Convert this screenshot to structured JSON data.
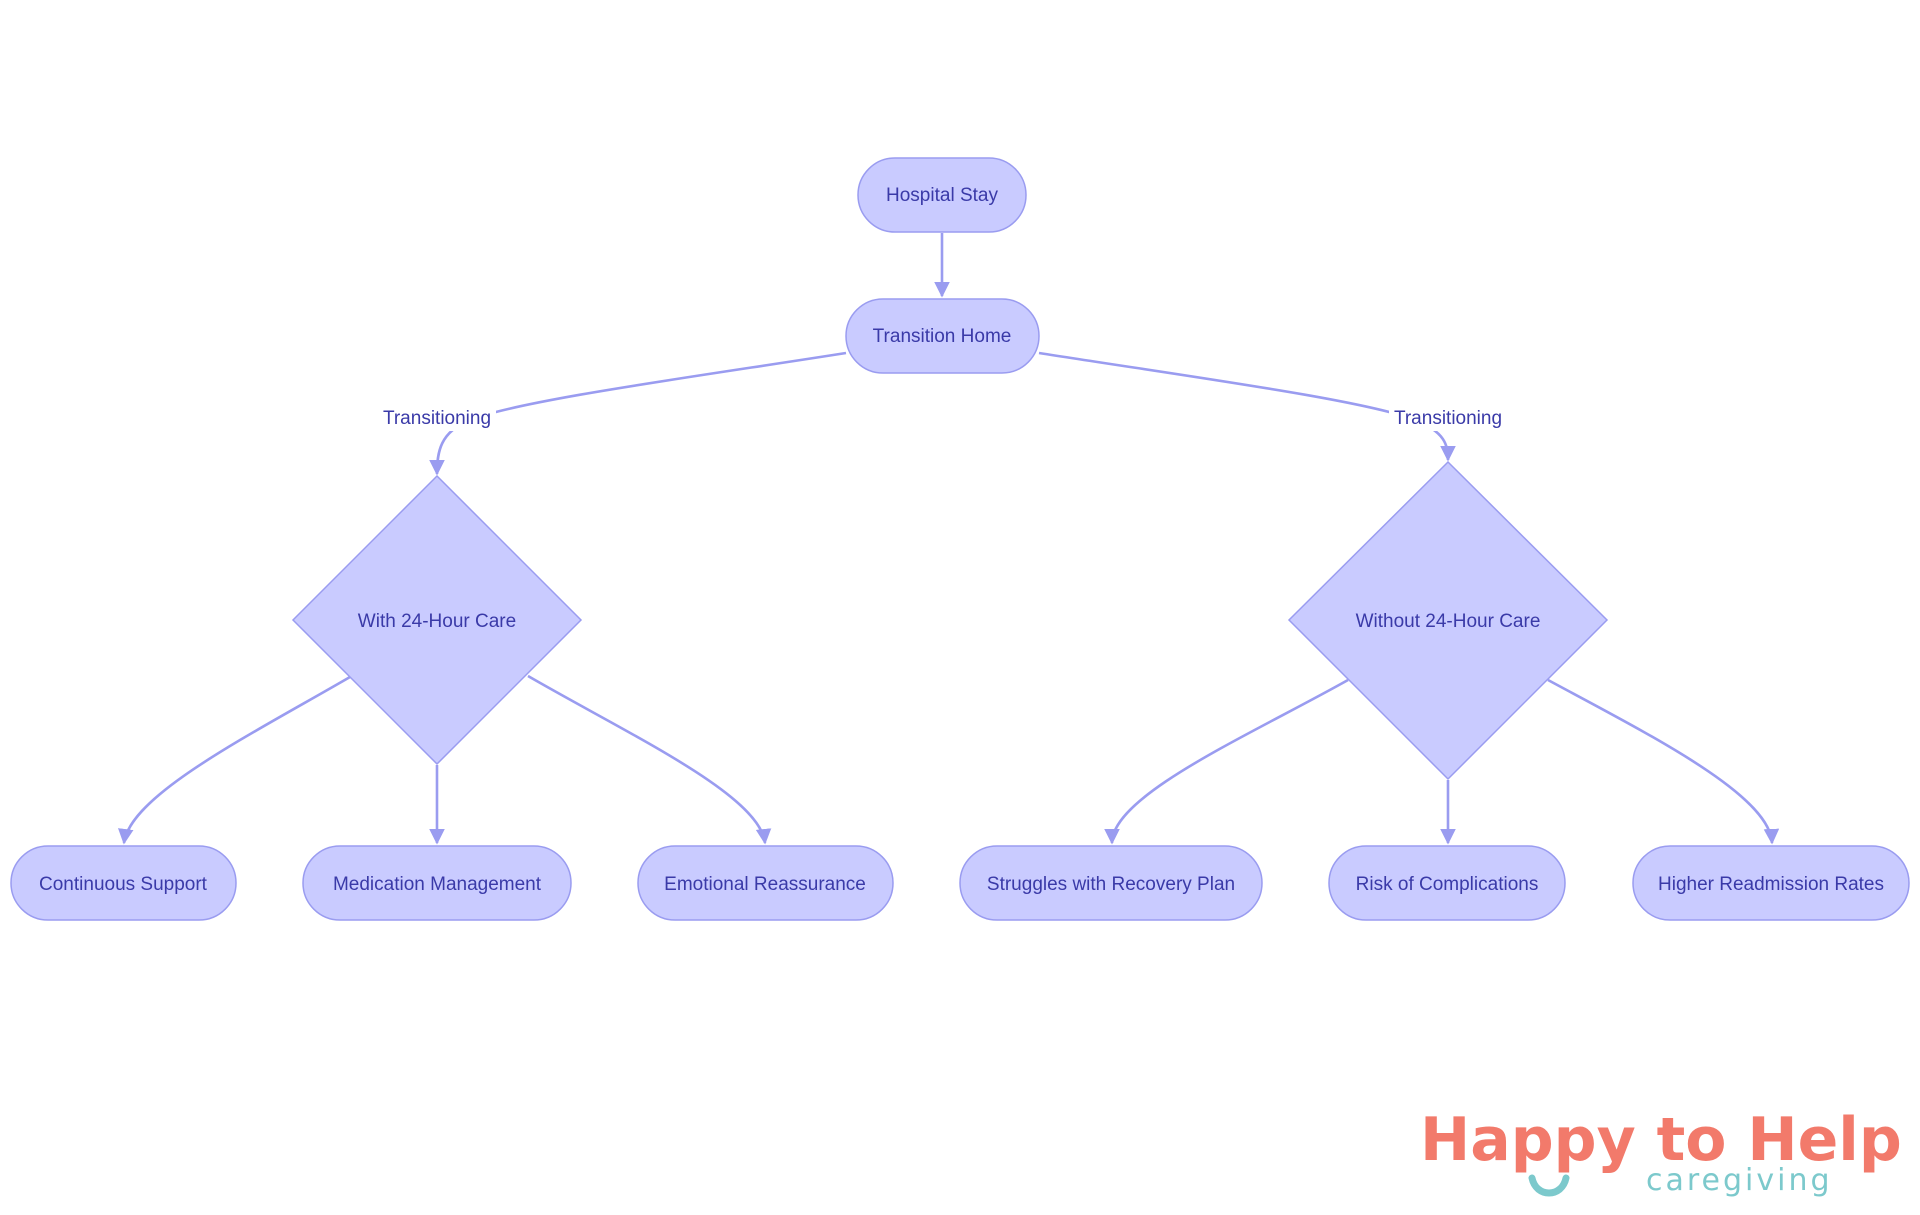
{
  "diagram": {
    "nodes": {
      "hospital_stay": "Hospital Stay",
      "transition_home": "Transition Home",
      "with_care": "With 24-Hour Care",
      "without_care": "Without 24-Hour Care",
      "continuous_support": "Continuous Support",
      "medication_management": "Medication Management",
      "emotional_reassurance": "Emotional Reassurance",
      "struggles_recovery": "Struggles with Recovery Plan",
      "risk_complications": "Risk of Complications",
      "higher_readmission": "Higher Readmission Rates"
    },
    "edge_labels": {
      "to_with_care": "Transitioning",
      "to_without_care": "Transitioning"
    },
    "edges": [
      {
        "from": "hospital_stay",
        "to": "transition_home"
      },
      {
        "from": "transition_home",
        "to": "with_care",
        "label": "to_with_care"
      },
      {
        "from": "transition_home",
        "to": "without_care",
        "label": "to_without_care"
      },
      {
        "from": "with_care",
        "to": "continuous_support"
      },
      {
        "from": "with_care",
        "to": "medication_management"
      },
      {
        "from": "with_care",
        "to": "emotional_reassurance"
      },
      {
        "from": "without_care",
        "to": "struggles_recovery"
      },
      {
        "from": "without_care",
        "to": "risk_complications"
      },
      {
        "from": "without_care",
        "to": "higher_readmission"
      }
    ],
    "colors": {
      "node_fill": "#c9cbff",
      "node_stroke": "#9a9cf0",
      "edge": "#9a9cf0",
      "text": "#3a3aa8"
    }
  },
  "logo": {
    "title": "Happy to Help",
    "subtitle": "caregiving",
    "colors": {
      "title": "#f27a6b",
      "accent": "#7cc9cc"
    }
  }
}
